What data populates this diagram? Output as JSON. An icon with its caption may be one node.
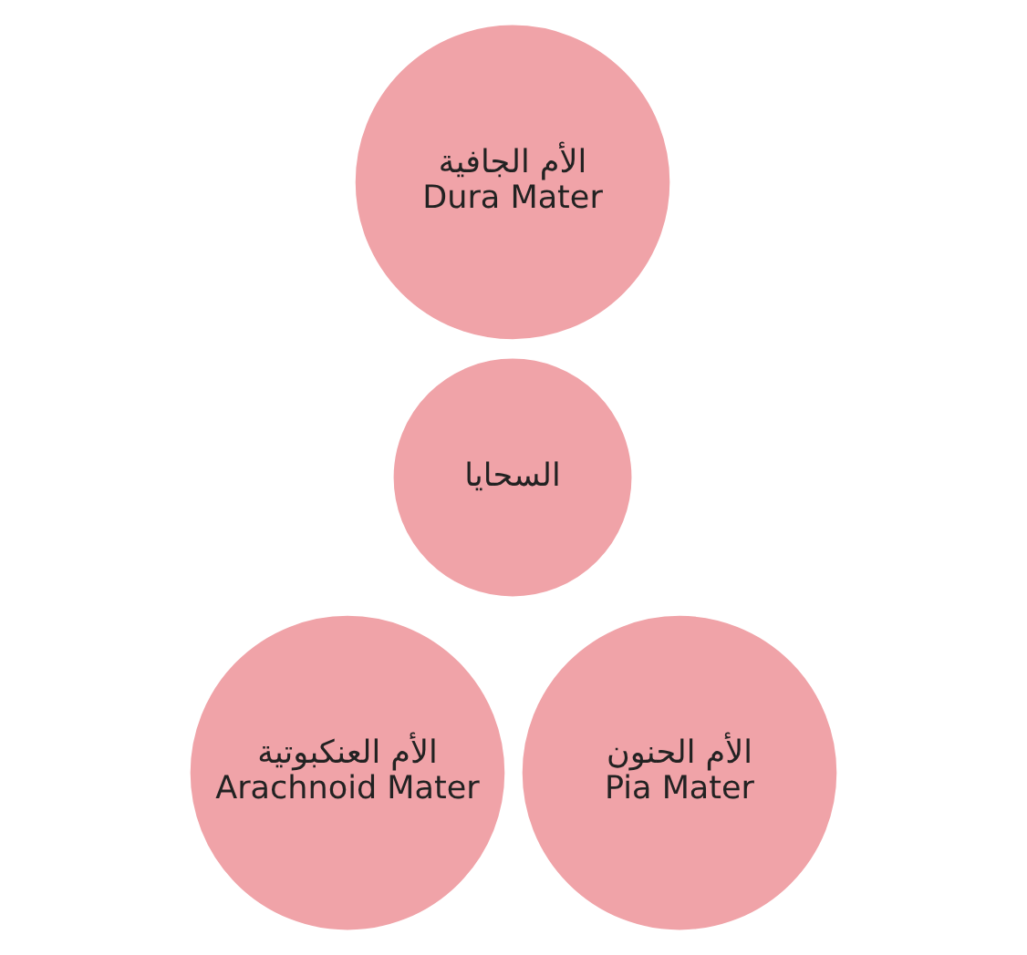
{
  "diagram": {
    "nodes": [
      {
        "text": [
          "الأم الجافية",
          "Dura Mater"
        ]
      },
      {
        "text": [
          "السحايا"
        ]
      },
      {
        "text": [
          "الأم العنكبوتية",
          "Arachnoid Mater"
        ]
      },
      {
        "text": [
          "الأم الحنون",
          "Pia Mater"
        ]
      }
    ]
  }
}
